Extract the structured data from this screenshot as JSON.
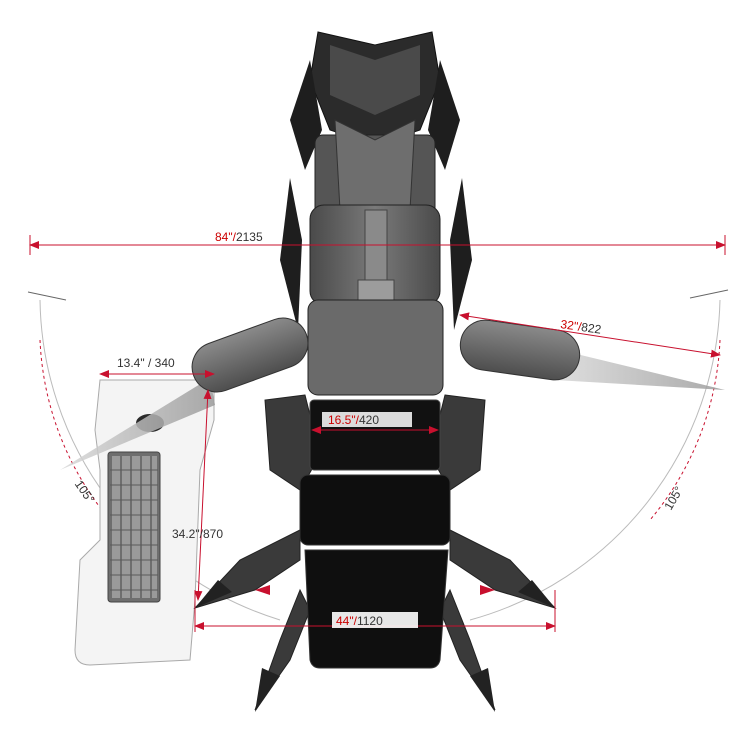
{
  "dimensions": {
    "overall_width": {
      "inch": "84\"",
      "sep": "/",
      "mm": "2135"
    },
    "armrest_span": {
      "inch": "32\"",
      "sep": "/",
      "mm": "822"
    },
    "desk_width": {
      "inch": "13.4\"",
      "sep": " / ",
      "mm": "340"
    },
    "seat_width": {
      "inch": "16.5\"",
      "sep": "/",
      "mm": "420"
    },
    "desk_depth": {
      "inch": "34.2\"",
      "sep": "/",
      "mm": "870"
    },
    "base_width": {
      "inch": "44\"",
      "sep": "/",
      "mm": "1120"
    },
    "swing_left": "105°",
    "swing_right": "105°"
  },
  "colors": {
    "dimension_line": "#c8102e",
    "dimension_text": "#333333",
    "chair_dark": "#1a1a1a",
    "chair_mid": "#5a5a5a",
    "chair_light": "#8c8c8c",
    "desk_fill": "#f2f2f2",
    "keyboard": "#7a7a7a"
  },
  "icons": {
    "keyboard": "keyboard-icon",
    "mouse": "mouse-icon"
  }
}
